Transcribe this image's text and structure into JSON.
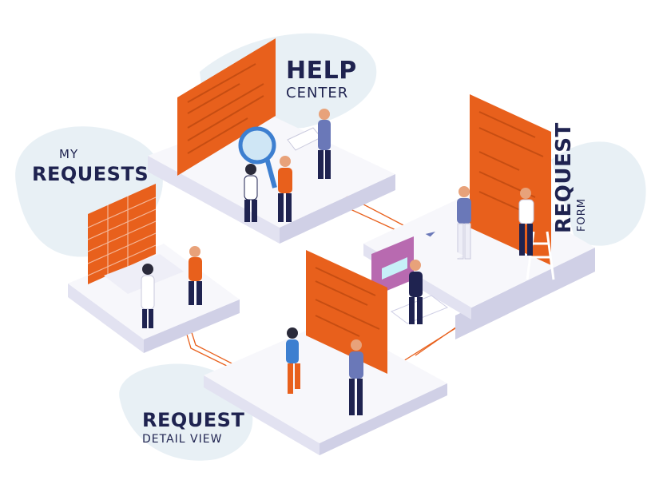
{
  "labels": {
    "help_center": {
      "title": "HELP",
      "subtitle": "CENTER"
    },
    "my_requests": {
      "pre": "MY",
      "title": "REQUESTS"
    },
    "request_detail": {
      "title": "REQUEST",
      "subtitle": "DETAIL VIEW"
    },
    "request_form": {
      "title": "REQUEST",
      "subtitle": "FORM"
    }
  },
  "colors": {
    "accent": "#e8601c",
    "navy": "#1f2350",
    "tile_top": "#f7f7fb",
    "tile_side": "#dcdcee",
    "blob": "#e7f0f5",
    "connector": "#e8601c"
  },
  "icons": [
    "magnifier-icon",
    "paper-plane-icon",
    "ladder-icon"
  ]
}
